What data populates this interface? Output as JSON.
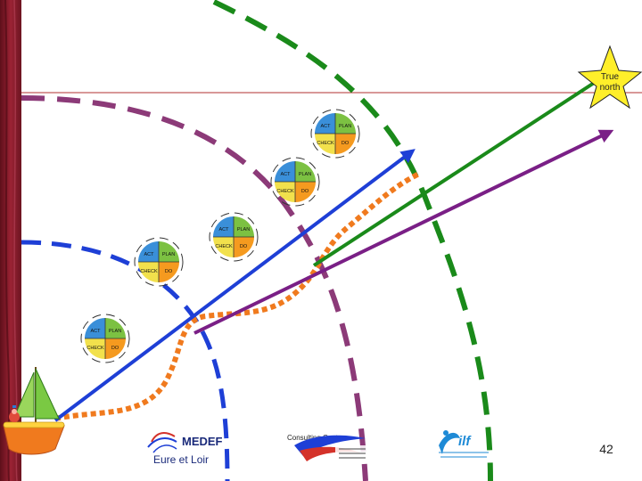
{
  "star_label": {
    "line1": "True",
    "line2": "north"
  },
  "pdca_labels": {
    "act": "ACT",
    "plan": "PLAN",
    "check": "CHECK",
    "do": "DO"
  },
  "pdca_colors": {
    "act": "#3a8fd9",
    "plan": "#7cc142",
    "check": "#f2e14c",
    "do": "#f59a1f"
  },
  "logos": {
    "medef": {
      "brand": "MEDEF",
      "region": "Eure et Loir"
    },
    "consulting": {
      "title": "Consulting Centre"
    },
    "ilf": {
      "mark": "ilf"
    }
  },
  "page_number": "42",
  "colors": {
    "frame": "#8c1b2a",
    "green": "#1a8a1a",
    "purple": "#7a1f86",
    "dashed_purple": "#8c3a78",
    "blue": "#1e3fd6",
    "orange": "#f07a1e",
    "guide_line": "#b03030",
    "star": "#ffef2a"
  }
}
